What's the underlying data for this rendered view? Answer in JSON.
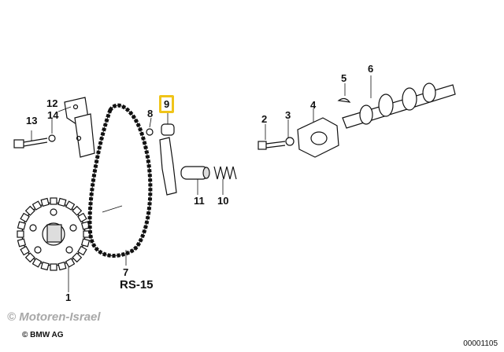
{
  "diagram": {
    "callouts": [
      {
        "num": "1",
        "name": "sprocket"
      },
      {
        "num": "2",
        "name": "bolt"
      },
      {
        "num": "3",
        "name": "washer"
      },
      {
        "num": "4",
        "name": "flange"
      },
      {
        "num": "5",
        "name": "woodruff-key"
      },
      {
        "num": "6",
        "name": "shaft"
      },
      {
        "num": "7",
        "name": "chain"
      },
      {
        "num": "8",
        "name": "nut"
      },
      {
        "num": "9",
        "name": "tensioner-rail"
      },
      {
        "num": "10",
        "name": "spring"
      },
      {
        "num": "11",
        "name": "piston"
      },
      {
        "num": "12",
        "name": "guide-rail"
      },
      {
        "num": "13",
        "name": "bolt"
      },
      {
        "num": "14",
        "name": "washer"
      }
    ],
    "selected": "9",
    "highlight_color": "#f0c419",
    "chain_type": "RS-15"
  },
  "footer": {
    "watermark": "© Motoren-Israel",
    "copyright": "© BMW AG",
    "diagram_code": "00001105"
  }
}
